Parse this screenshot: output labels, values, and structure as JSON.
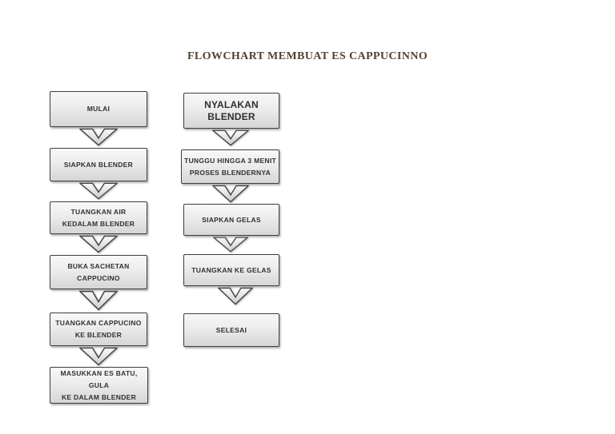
{
  "title": {
    "text": "FLOWCHART MEMBUAT ES CAPPUCINNO"
  },
  "flowchart": {
    "connector_shape": "notched-down-arrow",
    "left_column": {
      "steps": [
        {
          "lines": [
            "MULAI"
          ]
        },
        {
          "lines": [
            "SIAPKAN BLENDER"
          ]
        },
        {
          "lines": [
            "TUANGKAN AIR",
            "KEDALAM BLENDER"
          ]
        },
        {
          "lines": [
            "BUKA SACHETAN",
            "CAPPUCINO"
          ]
        },
        {
          "lines": [
            "TUANGKAN CAPPUCINO",
            "KE BLENDER"
          ]
        },
        {
          "lines": [
            "MASUKKAN ES BATU, GULA",
            "KE DALAM BLENDER"
          ]
        }
      ]
    },
    "right_column": {
      "steps": [
        {
          "lines": [
            "NYALAKAN BLENDER"
          ]
        },
        {
          "lines": [
            "TUNGGU HINGGA 3 MENIT",
            "PROSES BLENDERNYA"
          ]
        },
        {
          "lines": [
            "SIAPKAN GELAS"
          ]
        },
        {
          "lines": [
            "TUANGKAN KE GELAS"
          ]
        },
        {
          "lines": [
            "SELESAI"
          ]
        }
      ]
    }
  },
  "colors": {
    "background": "#ffffff",
    "title_text": "#55412f",
    "box_border": "#3e3e3e",
    "box_fill_top": "#f8f8f8",
    "box_fill_bottom": "#d6d6d6",
    "box_text": "#303030"
  }
}
